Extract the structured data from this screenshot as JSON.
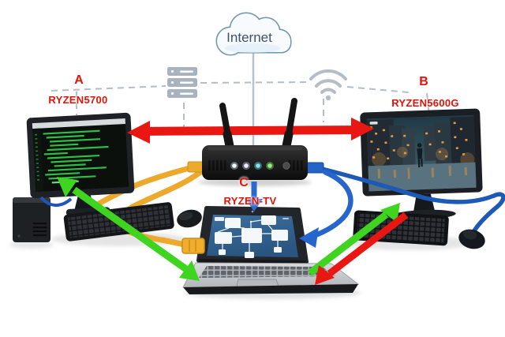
{
  "diagram": {
    "internet_label": "Internet",
    "nodes": {
      "a": {
        "label": "A",
        "name": "RYZEN5700",
        "device": "desktop-pc",
        "screen": "code-editor-green-text"
      },
      "b": {
        "label": "B",
        "name": "RYZEN5600G",
        "device": "desktop-pc",
        "screen": "game-street-scene"
      },
      "c": {
        "label": "C",
        "name": "RYZEN-TV",
        "device": "laptop",
        "screen": "flowchart-on-blue"
      }
    },
    "router_leds": [
      "white",
      "white",
      "cyan",
      "green"
    ],
    "connections": [
      {
        "from": "Internet",
        "to": "Router",
        "type": "solid-line",
        "color": "#b6c3cc"
      },
      {
        "from": "A",
        "to": "B",
        "type": "double-headed-arrow",
        "color": "#ea1611"
      },
      {
        "from": "Router",
        "to": "C",
        "type": "arrow-down",
        "color": "#2565cc"
      },
      {
        "from": "Router",
        "to": "A",
        "type": "ethernet-cable",
        "color": "#eda92c"
      },
      {
        "from": "Router",
        "to": "C",
        "type": "ethernet-cable-with-flow-arrow",
        "color": "#eda92c"
      },
      {
        "from": "Router",
        "to": "B",
        "type": "ethernet-cable",
        "color": "#1d5ab8"
      },
      {
        "from": "B",
        "to": "C",
        "type": "curved-arrow",
        "color": "#2565cc"
      },
      {
        "from": "A",
        "to": "C",
        "type": "double-headed-arrow",
        "color": "#3fd41f"
      },
      {
        "from": "C",
        "to": "B",
        "type": "arrow",
        "color": "#3fd41f"
      },
      {
        "from": "B",
        "to": "C",
        "type": "arrow",
        "color": "#ea1611"
      }
    ]
  },
  "colors": {
    "arrow_red": "#ea1611",
    "arrow_green": "#3fd41f",
    "cable_yellow": "#eda92c",
    "cable_blue": "#1d5ab8",
    "dashed_gray": "#b4bdc6",
    "label_red": "#e31208"
  },
  "icons": {
    "cloud": "internet-cloud-icon",
    "server": "server-stack-icon",
    "wifi": "wifi-icon",
    "router": "wifi-router"
  }
}
